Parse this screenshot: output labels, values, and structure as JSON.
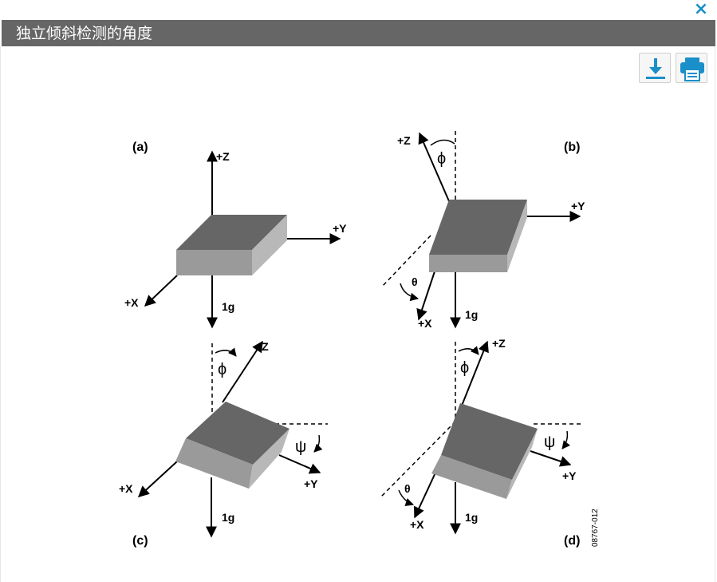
{
  "window": {
    "title": "独立倾斜检测的角度",
    "close_label": "×"
  },
  "toolbar": {
    "download_icon": "download-icon",
    "print_icon": "printer-icon",
    "accent_color": "#1a8fc9"
  },
  "figure": {
    "figure_id": "08767-012",
    "panels": {
      "a": {
        "label": "(a)",
        "z": "+Z",
        "y": "+Y",
        "x": "+X",
        "g": "1g"
      },
      "b": {
        "label": "(b)",
        "z": "+Z",
        "y": "+Y",
        "x": "+X",
        "g": "1g",
        "phi": "ϕ",
        "theta": "θ"
      },
      "c": {
        "label": "(c)",
        "z": "+Z",
        "y": "+Y",
        "x": "+X",
        "g": "1g",
        "phi": "ϕ",
        "psi": "ψ"
      },
      "d": {
        "label": "(d)",
        "z": "+Z",
        "y": "+Y",
        "x": "+X",
        "g": "1g",
        "phi": "ϕ",
        "psi": "ψ",
        "theta": "θ"
      }
    }
  }
}
